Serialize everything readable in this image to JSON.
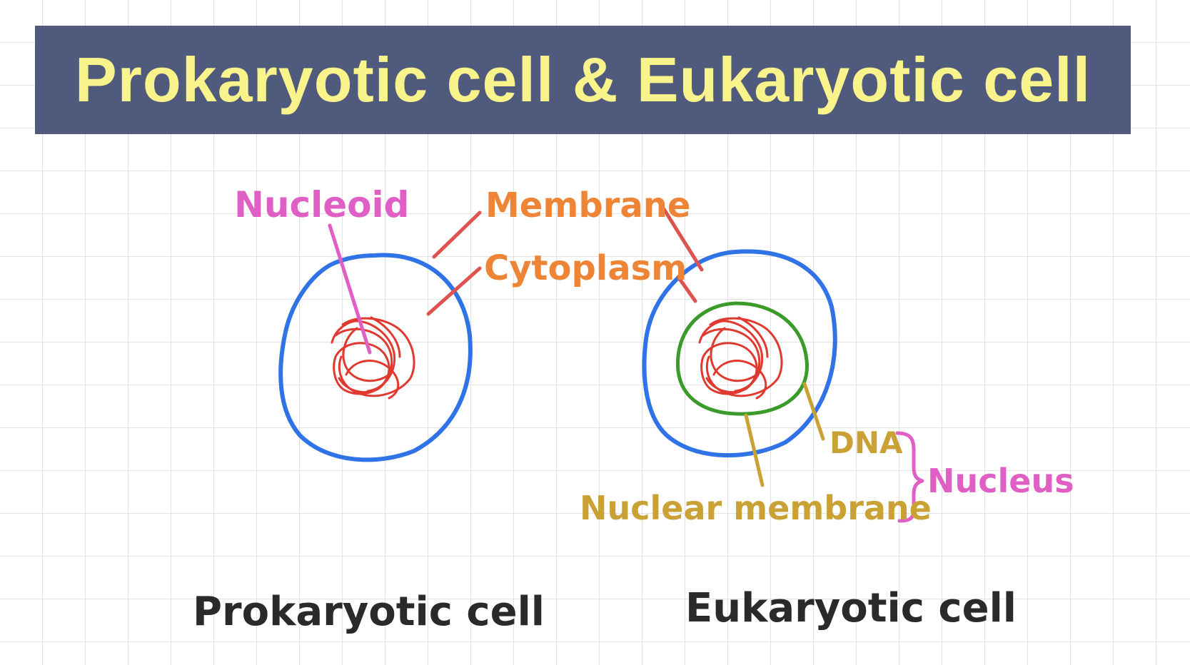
{
  "title": "Prokaryotic cell & Eukaryotic cell",
  "labels": {
    "nucleoid": "Nucleoid",
    "membrane": "Membrane",
    "cytoplasm": "Cytoplasm",
    "dna": "DNA",
    "nucleus": "Nucleus",
    "nuclear_membrane": "Nuclear membrane"
  },
  "captions": {
    "prokaryotic": "Prokaryotic cell",
    "eukaryotic": "Eukaryotic cell"
  },
  "colors": {
    "title_bg": "#505a7d",
    "title_text": "#f8f38a",
    "cell_membrane": "#2f73e6",
    "dna": "#e0392f",
    "nuclear_membrane": "#3a9a2a",
    "nucleoid_label": "#df5fc5",
    "membrane_label": "#ee8436",
    "leader_lines": "#dd5350",
    "nuclear_label": "#c9a135",
    "caption": "#2a2a2a"
  }
}
